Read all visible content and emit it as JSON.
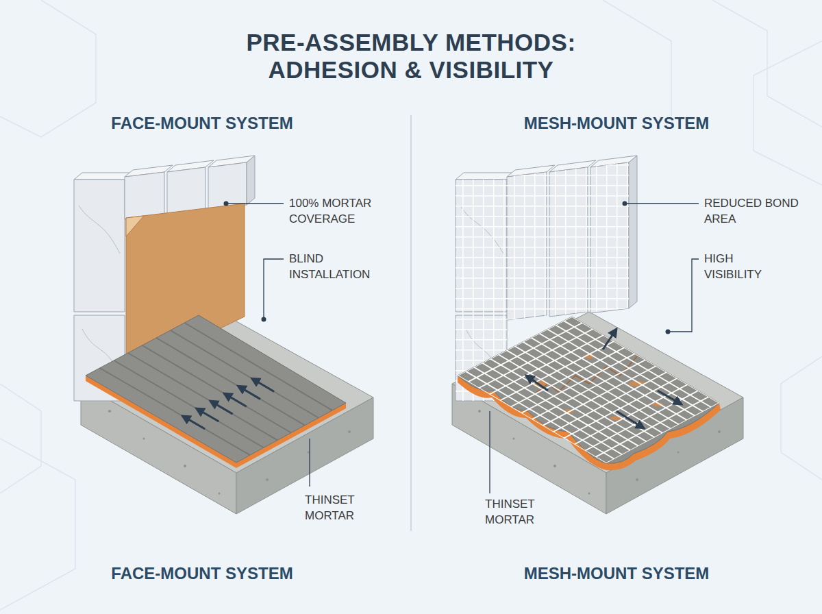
{
  "diagram": {
    "title": "PRE-ASSEMBLY METHODS: ADHESION & VISIBILITY",
    "labels": [
      "FACE-MOUNT SYSTEM",
      "MESH-MOUNT SYSTEM",
      "100% MORTAR COVERAGE",
      "BLIND INSTALLATION",
      "THINSET MORTAR",
      "REDUCED BOND AREA",
      "HIGH VISIBILITY",
      "THINSET MORTAR",
      "FACE-MOUNT SYSTEM",
      "MESH-MOUNT SYSTEM"
    ]
  }
}
